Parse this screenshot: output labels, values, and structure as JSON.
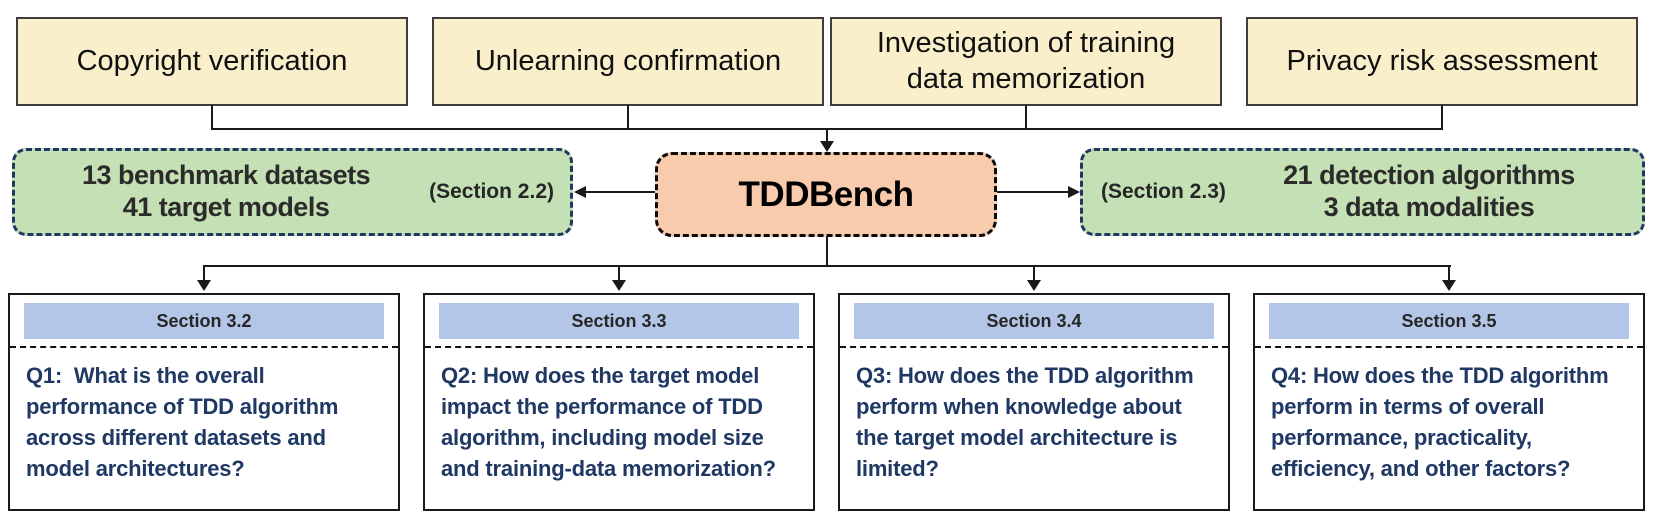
{
  "colors": {
    "top_box_fill": "#FAEFCB",
    "top_box_border": "#3D3D3D",
    "green_fill": "#C5E0B4",
    "green_border_blue": "#1F3864",
    "orange_fill": "#F8CBAD",
    "section_header_fill": "#B4C6E7",
    "question_text": "#1F3864",
    "connector_line": "#1A1A1A"
  },
  "top_row": [
    {
      "label": "Copyright verification"
    },
    {
      "label": "Unlearning confirmation"
    },
    {
      "label": "Investigation of training data memorization"
    },
    {
      "label": "Privacy risk assessment"
    }
  ],
  "center_node": {
    "title": "TDDBench"
  },
  "left_node": {
    "line1": "13 benchmark datasets",
    "line2": "41 target models",
    "section_label": "(Section 2.2)"
  },
  "right_node": {
    "section_label": "(Section 2.3)",
    "line1": "21 detection algorithms",
    "line2": "3 data modalities"
  },
  "bottom_row": [
    {
      "header": "Section 3.2",
      "question": "Q1:  What is the overall performance of TDD algorithm across different datasets and model architectures?"
    },
    {
      "header": "Section 3.3",
      "question": "Q2: How does the target model impact the performance of TDD algorithm, including model size and training-data memorization?"
    },
    {
      "header": "Section 3.4",
      "question": "Q3: How does the TDD algorithm perform when knowledge about the target model architecture is limited?"
    },
    {
      "header": "Section 3.5",
      "question": "Q4: How does the TDD algorithm perform in terms of overall performance, practicality, efficiency, and other factors?"
    }
  ]
}
